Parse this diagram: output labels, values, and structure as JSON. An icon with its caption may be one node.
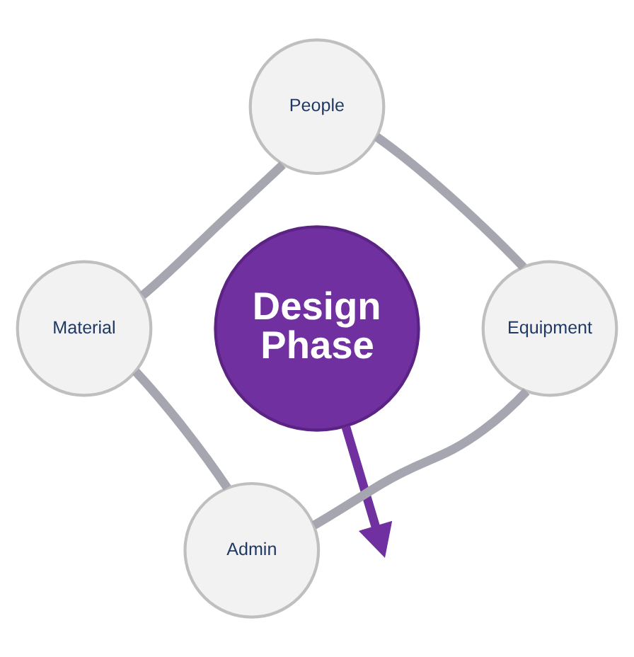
{
  "diagram": {
    "nodes": [
      {
        "text": [
          "People"
        ]
      },
      {
        "text": [
          "Material"
        ]
      },
      {
        "text": [
          "Design Phase"
        ]
      },
      {
        "text": [
          "Equipment"
        ]
      },
      {
        "text": [
          "Admin"
        ]
      }
    ],
    "edges": [
      {
        "from": 0,
        "to": 3,
        "arrow": "none"
      },
      {
        "from": 3,
        "to": 4,
        "arrow": "none"
      },
      {
        "from": 4,
        "to": 1,
        "arrow": "none"
      },
      {
        "from": 1,
        "to": 0,
        "arrow": "none"
      },
      {
        "from": 2,
        "to": null,
        "arrow": "to",
        "color": "#7030a0"
      }
    ]
  }
}
